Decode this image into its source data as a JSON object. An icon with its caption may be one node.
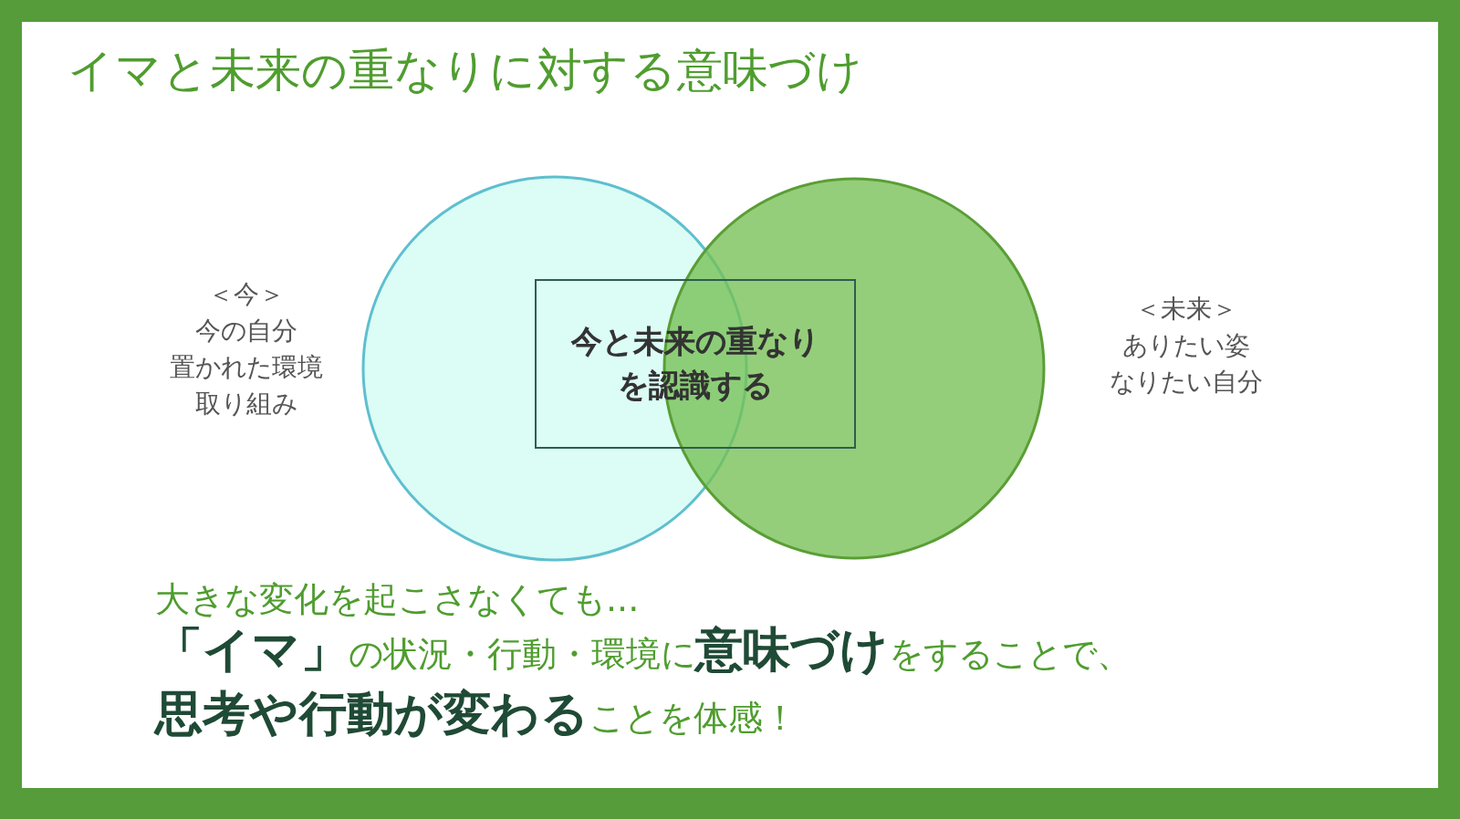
{
  "diagram": {
    "title": "イマと未来の重なりに対する意味づけ",
    "nodes": [
      {
        "text": [],
        "shape": "circle",
        "beside": [
          "＜今＞",
          "今の自分",
          "置かれた環境",
          "取り組み"
        ]
      },
      {
        "text": [],
        "shape": "circle",
        "beside": [
          "＜未来＞",
          "ありたい姿",
          "なりたい自分"
        ]
      },
      {
        "text": [
          "今と未来の重なりを認識する"
        ]
      }
    ],
    "edges": [],
    "labels": [
      "大きな変化を起こさなくても...",
      "**「イマ」**の状況・行動・環境に**意味づけ**をすることで、",
      "**思考や行動が変わる**ことを体感！"
    ]
  }
}
